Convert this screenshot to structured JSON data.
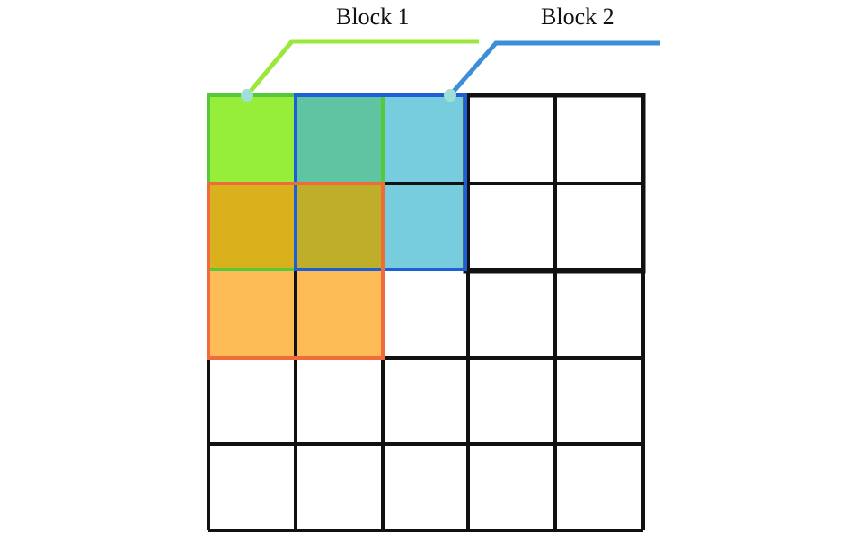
{
  "labels": {
    "block1": "Block 1",
    "block2": "Block 2"
  },
  "colors": {
    "grid_line": "#111111",
    "block1_outline": "#55c93a",
    "block2_outline": "#1f5fd6",
    "block3_outline": "#f06a3a",
    "callout1_line": "#9be83d",
    "callout2_line": "#3a8fd8",
    "callout_dot": "#9fe0d6",
    "fill_green": "#96ee3a",
    "fill_teal": "#5fc4a2",
    "fill_blue": "#77ccde",
    "fill_olive": "#d8b11c",
    "fill_olive_dark": "#bfae2a",
    "fill_orange": "#fdbb55"
  },
  "grid": {
    "rows": 5,
    "cols": 5
  }
}
